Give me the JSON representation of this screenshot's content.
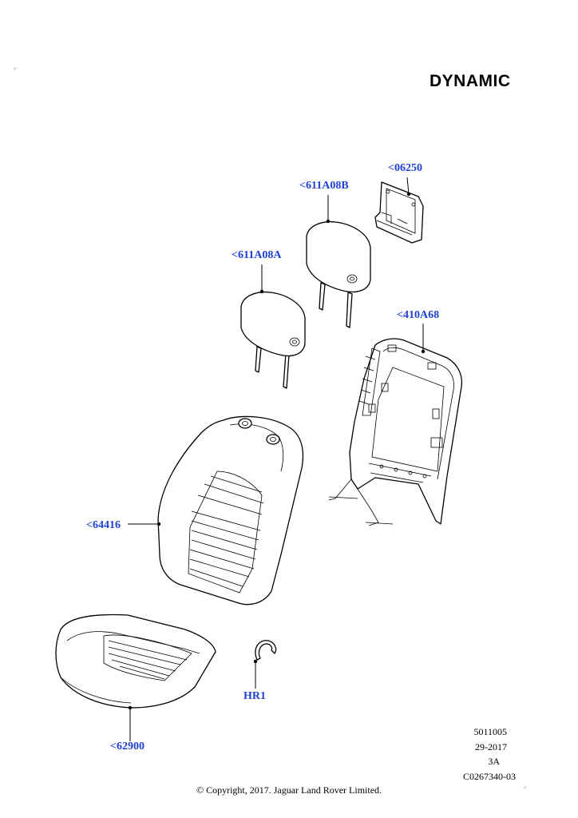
{
  "title": "DYNAMIC",
  "callouts": {
    "c06250": "<06250",
    "c611A08B": "<611A08B",
    "c611A08A": "<611A08A",
    "c410A68": "<410A68",
    "c64416": "<64416",
    "c62900": "<62900",
    "cHR1": "HR1"
  },
  "reference": {
    "line1": "5011005",
    "line2": "29-2017",
    "line3": "3A",
    "line4": "C0267340-03"
  },
  "copyright": "© Copyright, 2017. Jaguar Land Rover Limited.",
  "colors": {
    "callout": "#1f3fd6",
    "line": "#000000",
    "background": "#ffffff"
  }
}
